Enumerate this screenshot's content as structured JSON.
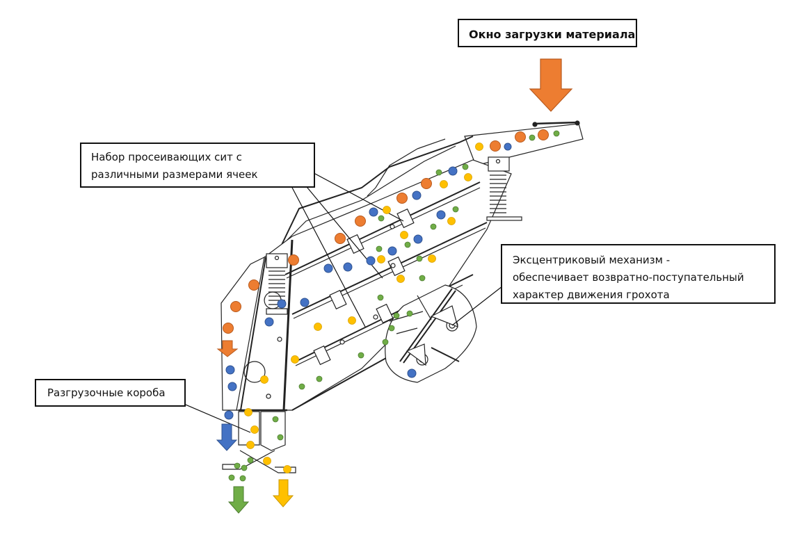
{
  "title": "Грохот с эксцентриковым механизмом — схема работы",
  "callouts": {
    "load_window": {
      "lines": [
        "Окно загрузки материала"
      ]
    },
    "sieve_set": {
      "lines": [
        "Набор просеивающих сит с",
        "различными размерами ячеек"
      ]
    },
    "eccentric": {
      "lines": [
        "Эксцентриковый механизм -",
        "обеспечивает возвратно-поступательный",
        "характер движения грохота"
      ]
    },
    "discharge_boxes": {
      "lines": [
        "Разгрузочные короба"
      ]
    }
  },
  "particle_colors": {
    "large": "#ED7D31",
    "medium": "#4472C4",
    "small": "#FFC000",
    "fine": "#70AD47"
  },
  "flow_arrows": [
    {
      "id": "input-arrow",
      "color": "#ED7D31",
      "meaning": "материал на загрузку"
    },
    {
      "id": "orange-out-arrow",
      "color": "#ED7D31",
      "meaning": "крупная фракция"
    },
    {
      "id": "blue-out-arrow",
      "color": "#4472C4",
      "meaning": "средняя фракция"
    },
    {
      "id": "green-out-arrow",
      "color": "#70AD47",
      "meaning": "мелкая фракция"
    },
    {
      "id": "yellow-out-arrow",
      "color": "#FFC000",
      "meaning": "фракция на нижнем сите"
    }
  ],
  "line_color": "#222222"
}
